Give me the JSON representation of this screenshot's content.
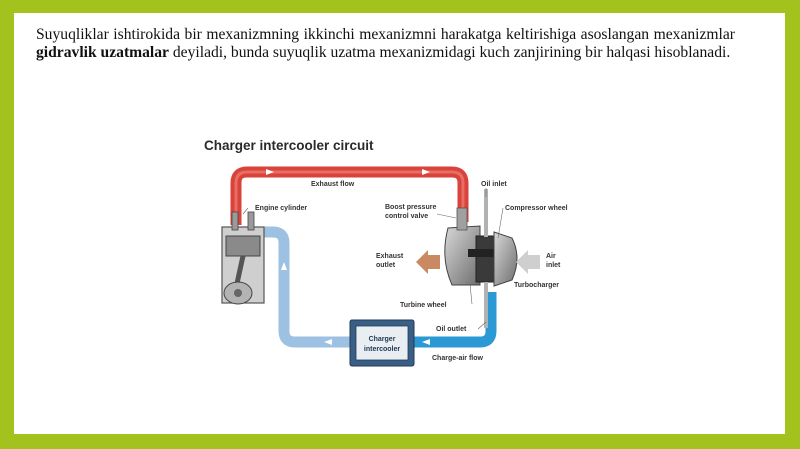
{
  "slide": {
    "paragraph": {
      "before": "Suyuqliklar ishtirokida bir mexanizmning ikkinchi mexanizmni harakatga keltirishiga asoslangan mexanizmlar ",
      "bold": "gidravlik uzatmalar",
      "after": " deyiladi, bunda suyuqlik uzatma mexanizmidagi kuch zanjirining bir halqasi hisoblanadi."
    }
  },
  "diagram": {
    "title": "Charger intercooler circuit",
    "labels": {
      "exhaust_flow": "Exhaust flow",
      "oil_inlet": "Oil inlet",
      "engine_cylinder": "Engine cylinder",
      "boost_valve_line1": "Boost pressure",
      "boost_valve_line2": "control valve",
      "compressor_wheel": "Compressor wheel",
      "exhaust_outlet_line1": "Exhaust",
      "exhaust_outlet_line2": "outlet",
      "air_inlet_line1": "Air",
      "air_inlet_line2": "inlet",
      "turbocharger": "Turbocharger",
      "turbine_wheel": "Turbine wheel",
      "oil_outlet": "Oil outlet",
      "charger_intercooler_line1": "Charger",
      "charger_intercooler_line2": "intercooler",
      "charge_air_flow": "Charge-air flow"
    },
    "colors": {
      "hot_pipe": "#d9433a",
      "cold_pipe": "#8fb8dc",
      "charge_pipe": "#2b9ad4",
      "exhaust_arrow": "#c98a62",
      "air_arrow": "#cfcfcf",
      "intercooler": "#3a5f86"
    }
  }
}
